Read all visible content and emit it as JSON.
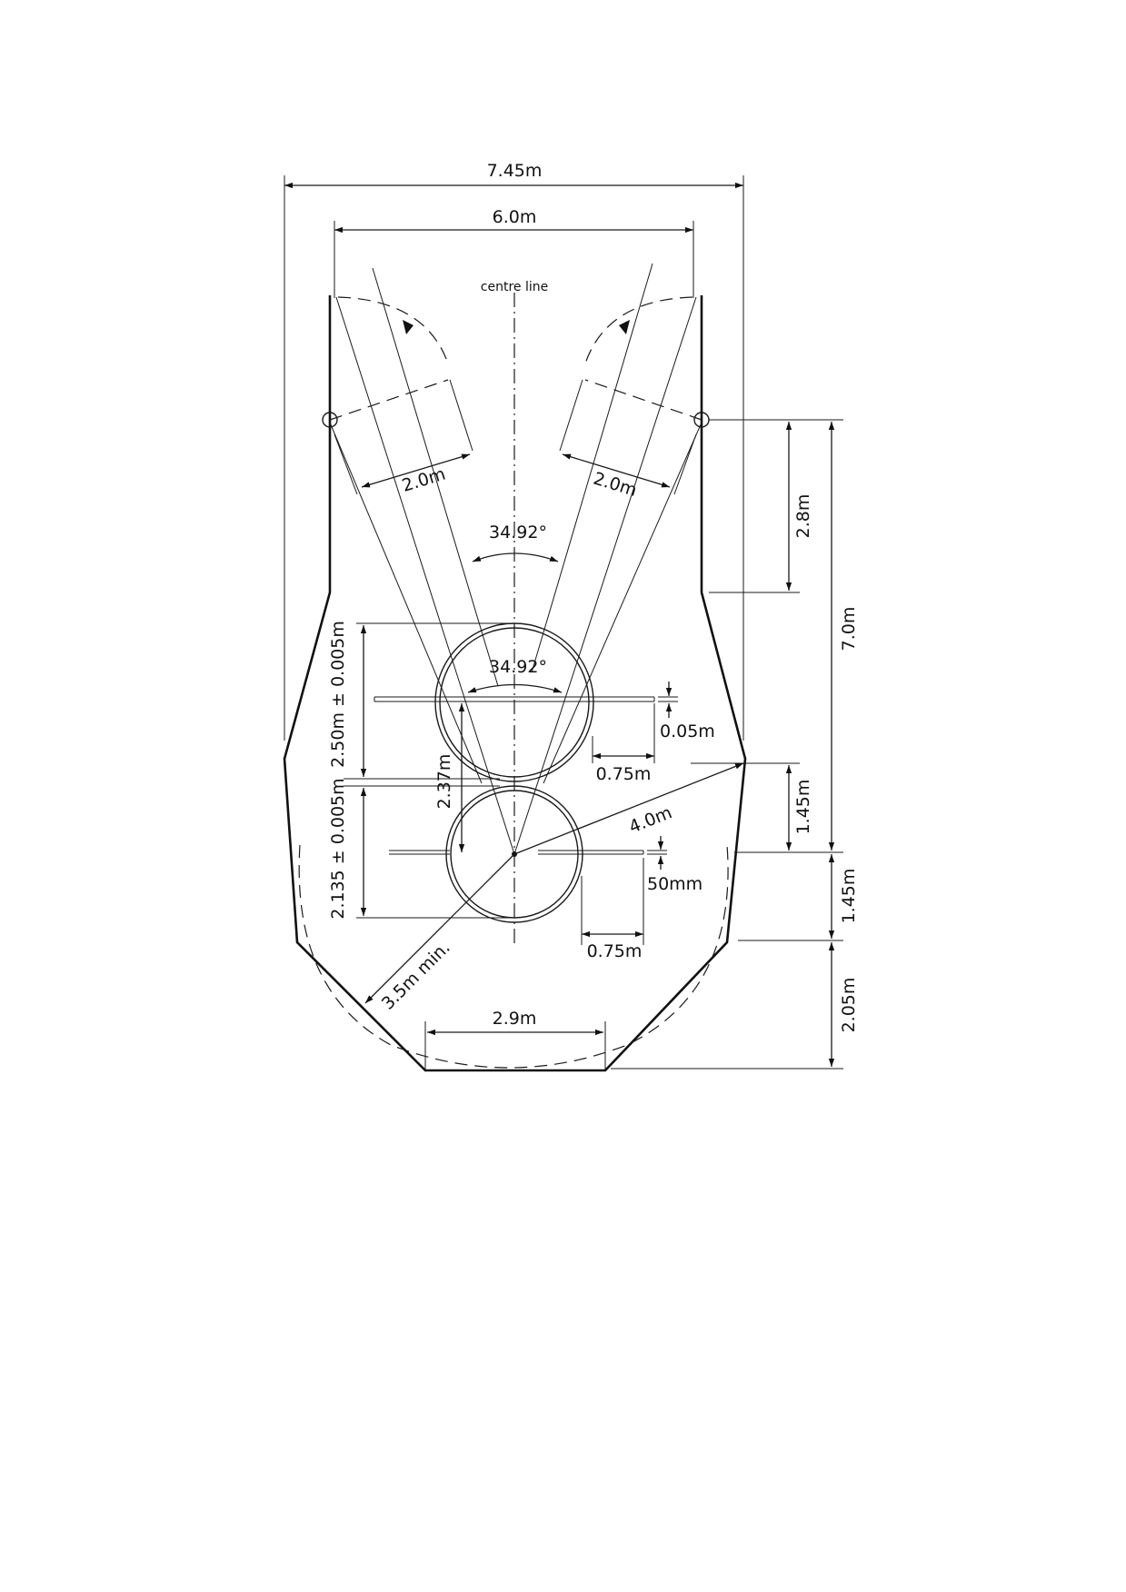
{
  "labels": {
    "width_overall": "7.45m",
    "width_inner": "6.0m",
    "centre_line": "centre line",
    "arc_left": "2.0m",
    "arc_right": "2.0m",
    "angle_upper": "34.92°",
    "angle_lower": "34.92°",
    "dim_28": "2.8m",
    "dim_70": "7.0m",
    "ring_upper_dia": "2.50m ± 0.005m",
    "ring_lower_dia": "2.135 ± 0.005m",
    "dim_237": "2.37m",
    "dim_005": "0.05m",
    "dim_075_upper": "0.75m",
    "dim_40": "4.0m",
    "dim_145_right": "1.45m",
    "dim_145_lower": "1.45m",
    "dim_50mm": "50mm",
    "dim_075_lower": "0.75m",
    "dim_35": "3.5m min.",
    "dim_29": "2.9m",
    "dim_205": "2.05m"
  }
}
